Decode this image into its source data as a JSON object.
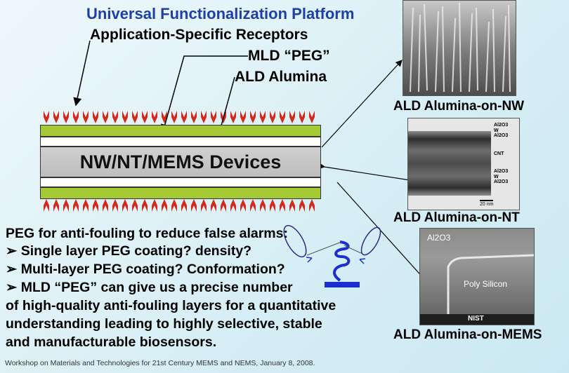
{
  "header": {
    "platform_title": "Universal Functionalization Platform",
    "receptors": "Application-Specific Receptors",
    "mld_peg": "MLD “PEG”",
    "ald_alumina": "ALD Alumina"
  },
  "device": {
    "label": "NW/NT/MEMS Devices"
  },
  "images": {
    "nw_caption": "ALD Alumina-on-NW",
    "nt_caption": "ALD Alumina-on-NT",
    "mems_caption": "ALD Alumina-on-MEMS",
    "nt_labels": [
      "Al2O3",
      "W",
      "Al2O3",
      "CNT",
      "Al2O3",
      "W",
      "Al2O3"
    ],
    "nt_scale": "20 nm",
    "mems_al2o3": "Al2O3",
    "mems_poly": "Poly Silicon",
    "mems_nist": "NIST"
  },
  "body": {
    "intro": "PEG for anti-fouling to reduce false alarms:",
    "bullet1": "➢ Single layer PEG coating? density?",
    "bullet2": "➢ Multi-layer PEG coating? Conformation?",
    "bullet3": "➢ MLD “PEG” can give us a precise number",
    "line4": "of high-quality anti-fouling layers for a quantitative",
    "line5": "understanding leading to highly selective, stable",
    "line6": "and manufacturable biosensors."
  },
  "footer": {
    "text": "Workshop on Materials and Technologies for 21st Century MEMS and NEMS, January 8, 2008."
  },
  "colors": {
    "title_blue": "#1f3fa8",
    "receptor_red": "#d42a1c",
    "green_layer": "#a5c935",
    "peg_blue": "#1a2fd0"
  }
}
